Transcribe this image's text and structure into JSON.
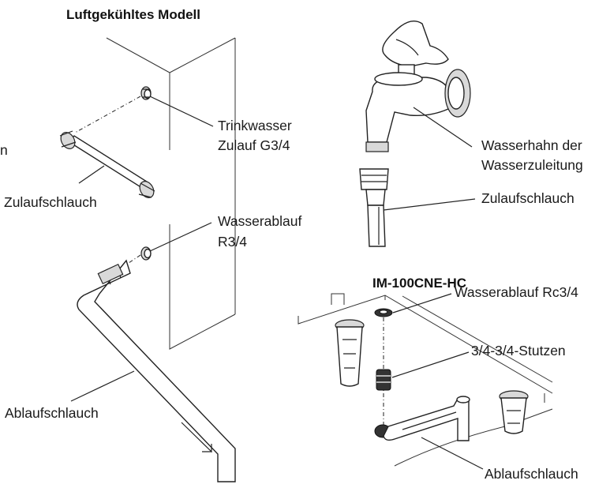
{
  "titles": {
    "left": "Luftgekühltes Modell",
    "right": "IM-100CNE-HC"
  },
  "labels": {
    "edge_fragment": "n",
    "trinkwasser_line1": "Trinkwasser",
    "trinkwasser_line2": "Zulauf G3/4",
    "zulauf_left": "Zulaufschlauch",
    "wasserablauf_line1": "Wasserablauf",
    "wasserablauf_line2": "R3/4",
    "ablauf_left": "Ablaufschlauch",
    "wasserhahn_line1": "Wasserhahn der",
    "wasserhahn_line2": "Wasserzuleitung",
    "zulauf_right": "Zulaufschlauch",
    "wasserablauf_rc": "Wasserablauf Rc3/4",
    "stutzen": "3/4-3/4-Stutzen",
    "ablauf_right": "Ablaufschlauch"
  }
}
